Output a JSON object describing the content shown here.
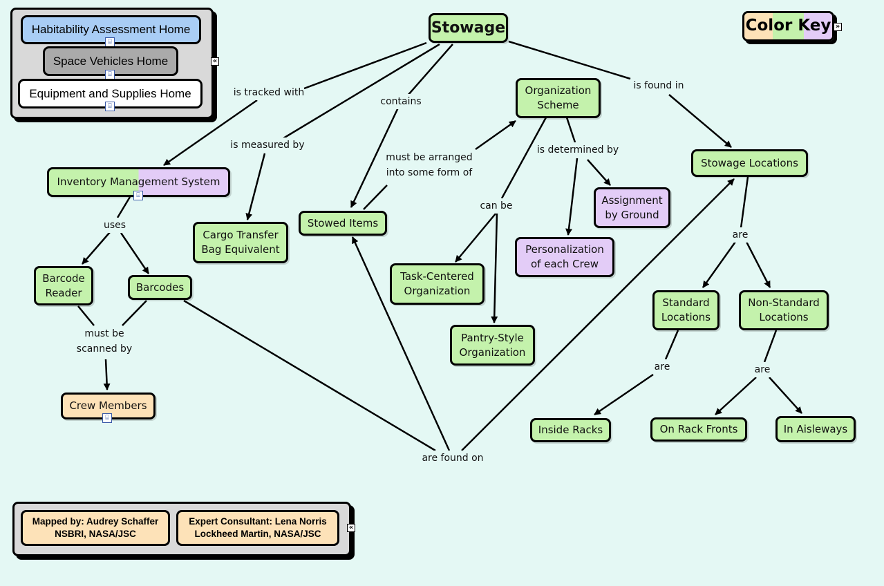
{
  "navigation": {
    "buttons": [
      {
        "label": "Habitability Assessment Home",
        "color": "#a9cdf5"
      },
      {
        "label": "Space Vehicles Home",
        "color": "#aaaaaa"
      },
      {
        "label": "Equipment and Supplies Home",
        "color": "#ffffff"
      }
    ],
    "collapse_icon": "«"
  },
  "color_key": {
    "label": "Color Key",
    "colors": [
      "#fde2b8",
      "#c4f2ac",
      "#e3ccf7"
    ],
    "expand_icon": "»"
  },
  "credits": [
    {
      "text": "Mapped by: Audrey Schaffer\nNSBRI, NASA/JSC"
    },
    {
      "text": "Expert Consultant: Lena Norris\nLockheed Martin, NASA/JSC"
    }
  ],
  "colors": {
    "green": "#c4f2ac",
    "purple": "#e3ccf7",
    "orange": "#fde2b8",
    "background": "#e4f8f4"
  },
  "concepts": {
    "stowage": "Stowage",
    "ims": "Inventory Management System",
    "cargo": "Cargo Transfer\nBag Equivalent",
    "stowed_items": "Stowed Items",
    "org_scheme": "Organization\nScheme",
    "stowage_locations": "Stowage Locations",
    "assignment": "Assignment\nby Ground",
    "personalization": "Personalization\nof each Crew",
    "task_centered": "Task-Centered\nOrganization",
    "pantry": "Pantry-Style\nOrganization",
    "barcode_reader": "Barcode\nReader",
    "barcodes": "Barcodes",
    "crew": "Crew Members",
    "standard": "Standard\nLocations",
    "nonstandard": "Non-Standard\nLocations",
    "inside_racks": "Inside Racks",
    "rack_fronts": "On Rack Fronts",
    "aisleways": "In Aisleways"
  },
  "linking_phrases": {
    "tracked": "is tracked with",
    "measured": "is measured by",
    "contains": "contains",
    "arranged": "must be arranged\ninto some form of",
    "found_in": "is found in",
    "determined": "is determined by",
    "can_be": "can be",
    "uses": "uses",
    "scanned": "must be\nscanned by",
    "found_on": "are found on",
    "are1": "are",
    "are2": "are",
    "are3": "are"
  }
}
